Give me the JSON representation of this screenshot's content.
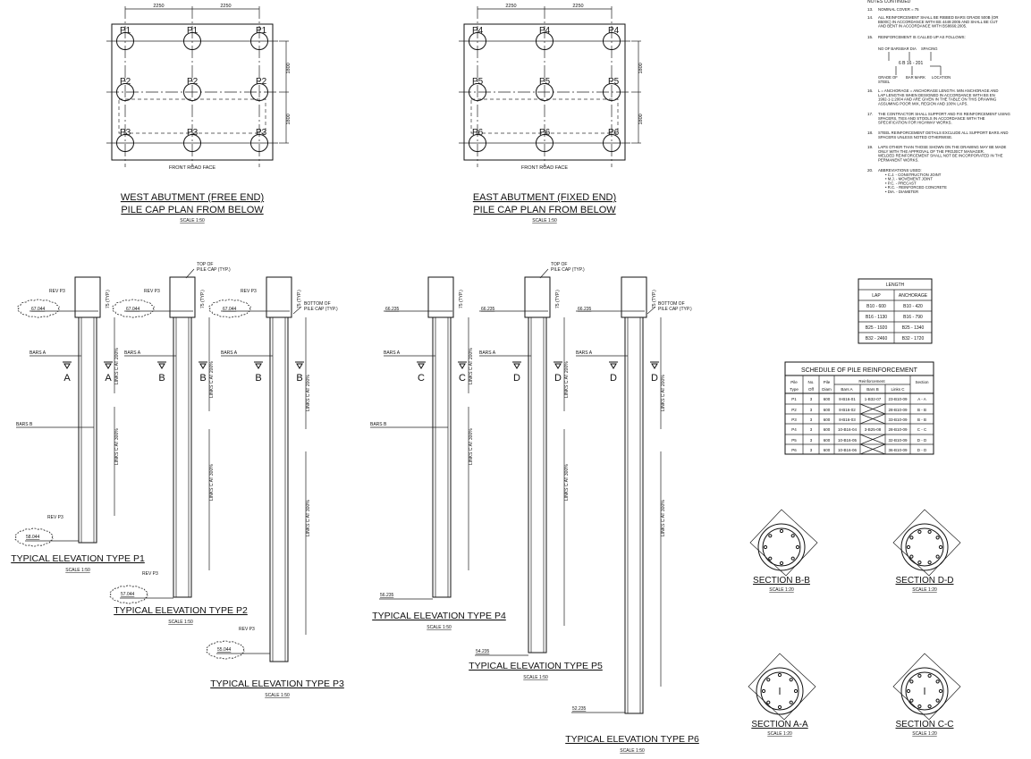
{
  "plans": [
    {
      "title1": "WEST ABUTMENT (FREE END)",
      "title2": "PILE CAP PLAN FROM BELOW",
      "scale": "SCALE 1:50",
      "front": "FRONT ROAD FACE",
      "dims_top": [
        "2250",
        "2250"
      ],
      "dims_side": [
        "1800",
        "1800"
      ],
      "rows": [
        [
          "P1",
          "P1",
          "P1"
        ],
        [
          "P2",
          "P2",
          "P2"
        ],
        [
          "P3",
          "P3",
          "P3"
        ]
      ]
    },
    {
      "title1": "EAST ABUTMENT (FIXED END)",
      "title2": "PILE CAP PLAN FROM BELOW",
      "scale": "SCALE 1:50",
      "front": "FRONT ROAD FACE",
      "dims_top": [
        "2250",
        "2250"
      ],
      "dims_side": [
        "1800",
        "1800"
      ],
      "rows": [
        [
          "P4",
          "P4",
          "P4"
        ],
        [
          "P5",
          "P5",
          "P5"
        ],
        [
          "P6",
          "P6",
          "P6"
        ]
      ]
    }
  ],
  "notes": {
    "heading": "NOTES CONTINUED",
    "items": [
      {
        "num": "13.",
        "lines": [
          "NOMINAL COVER = 75"
        ]
      },
      {
        "num": "14.",
        "lines": [
          "ALL REINFORCEMENT SHALL BE RIBBED BARS GRADE 500B (OR",
          "B500C) IN ACCORDANCE WITH BS 4449:2005 AND SHALL BE CUT",
          "AND BENT IN ACCORDANCE WITH BS8666:2005."
        ]
      },
      {
        "num": "15.",
        "lines": [
          "REINFORCEMENT IS CALLED UP AS FOLLOWS:"
        ]
      },
      {
        "num": "16.",
        "lines": [
          "L = ANCHORAGE = ANCHORAGE LENGTH. MIN ANCHORAGE AND",
          "LAP LENGTHS WHEN DESIGNED IN ACCORDANCE WITH BS EN",
          "1992-1-1:2004 AND ARE GIVEN IN THE TABLE ON THIS DRAWING",
          "ASSUMING POOR MIX, REGION AND 100% LAPS."
        ]
      },
      {
        "num": "17.",
        "lines": [
          "THE CONTRACTOR SHALL SUPPORT AND FIX REINFORCEMENT USING",
          "SPACERS, TIES AND STOOLS IN ACCORDANCE WITH THE",
          "SPECIFICATION FOR HIGHWAY WORKS."
        ]
      },
      {
        "num": "18.",
        "lines": [
          "STEEL REINFORCEMENT DETAILS EXCLUDE ALL SUPPORT BARS AND",
          "SPACERS UNLESS NOTED OTHERWISE."
        ]
      },
      {
        "num": "19.",
        "lines": [
          "LAPS OTHER THAN THOSE SHOWN ON THE DRAWING MAY BE MADE",
          "ONLY WITH THE APPROVAL OF THE PROJECT MANAGER.",
          "WELDED REINFORCEMENT SHALL NOT BE INCORPORATED IN THE",
          "PERMANENT WORKS."
        ]
      },
      {
        "num": "20.",
        "lines": [
          "ABBREVIATIONS USED:",
          "•  C.J. - CONSTRUCTION JOINT",
          "•  M.J. - MOVEMENT JOINT",
          "•  P.C. - PRECAST",
          "•  R.C. - REINFORCED CONCRETE",
          "•  DIA. - DIAMETER"
        ]
      }
    ],
    "callup": {
      "no_of_bars": "NO OF BARS",
      "bar_dia": "BAR DIA",
      "spacing": "SPACING",
      "example": "6 B 16 - 201",
      "grade": "GRADE OF",
      "grade2": "STEEL",
      "bar_mark": "BAR MARK",
      "location": "LOCATION"
    }
  },
  "length_table": {
    "title": "LENGTH",
    "headers": [
      "LAP",
      "ANCHORAGE"
    ],
    "rows": [
      [
        "B10 - 600",
        "B10 - 420"
      ],
      [
        "B16 - 1130",
        "B16 - 790"
      ],
      [
        "B25 - 1920",
        "B25 - 1340"
      ],
      [
        "B32 - 2460",
        "B32 - 1720"
      ]
    ]
  },
  "schedule": {
    "title": "SCHEDULE  OF  PILE  REINFORCEMENT",
    "headers": [
      "Pile Type",
      "No. Off",
      "Pile Diam",
      "Bars A",
      "Bars B",
      "Links C",
      "Section"
    ],
    "header_lines": [
      [
        "Pile",
        "Type"
      ],
      [
        "No.",
        "Off"
      ],
      [
        "Pile",
        "Diam"
      ]
    ],
    "reinforcement_label": "Reinforcement",
    "rows": [
      [
        "P1",
        "3",
        "600",
        "8-B16-01",
        "1-B32-07",
        "23-B10-09",
        "A - A"
      ],
      [
        "P2",
        "3",
        "600",
        "8-B16-02",
        "",
        "28-B10-09",
        "B - B"
      ],
      [
        "P3",
        "3",
        "600",
        "8-B16-03",
        "",
        "33-B10-09",
        "B - B"
      ],
      [
        "P4",
        "3",
        "600",
        "10-B16-04",
        "3-B25-08",
        "28-B10-09",
        "C - C"
      ],
      [
        "P5",
        "3",
        "600",
        "10-B16-05",
        "",
        "32-B10-09",
        "D - D"
      ],
      [
        "P6",
        "3",
        "600",
        "10-B16-06",
        "",
        "36-B10-09",
        "D - D"
      ]
    ]
  },
  "elevations": [
    {
      "title": "TYPICAL ELEVATION TYPE P1",
      "scale": "SCALE 1:50",
      "rev_top": "REV P3",
      "lvl_top": "67.044",
      "rev_bot": "REV P3",
      "lvl_bot": "58.044",
      "sec": "A",
      "links1": "LINKS C AT 200%",
      "links2": "LINKS C AT 300%"
    },
    {
      "title": "TYPICAL ELEVATION TYPE P2",
      "scale": "SCALE 1:50",
      "rev_top": "REV P3",
      "lvl_top": "67.044",
      "rev_bot": "REV P3",
      "lvl_bot": "57.044",
      "sec": "B",
      "links1": "LINKS C AT 200%",
      "links2": "LINKS C AT 300%"
    },
    {
      "title": "TYPICAL ELEVATION TYPE P3",
      "scale": "SCALE 1:50",
      "rev_top": "REV P3",
      "lvl_top": "67.044",
      "rev_bot": "REV P3",
      "lvl_bot": "55.044",
      "sec": "B",
      "links1": "LINKS C AT 200%",
      "links2": "LINKS C AT 300%"
    },
    {
      "title": "TYPICAL ELEVATION TYPE P4",
      "scale": "SCALE 1:50",
      "lvl_top": "66.235",
      "lvl_bot": "56.235",
      "sec": "C",
      "links1": "LINKS C AT 200%",
      "links2": "LINKS C AT 300%"
    },
    {
      "title": "TYPICAL ELEVATION TYPE P5",
      "scale": "SCALE 1:50",
      "lvl_top": "66.235",
      "lvl_bot": "54.235",
      "sec": "D",
      "links1": "LINKS C AT 200%",
      "links2": "LINKS C AT 300%"
    },
    {
      "title": "TYPICAL ELEVATION TYPE P6",
      "scale": "SCALE 1:50",
      "lvl_top": "66.235",
      "lvl_bot": "52.235",
      "sec": "D",
      "links1": "LINKS C AT 200%",
      "links2": "LINKS C AT 300%"
    }
  ],
  "elev_labels": {
    "top_of_cap": [
      "TOP OF",
      "PILE CAP (TYP.)"
    ],
    "bottom_of_cap": [
      "BOTTOM OF",
      "PILE CAP (TYP.)"
    ],
    "bars_a": "BARS A",
    "bars_b": "BARS B",
    "dim_75": "75 (TYP.)"
  },
  "sections": [
    {
      "title": "SECTION B-B",
      "scale": "SCALE 1:20"
    },
    {
      "title": "SECTION D-D",
      "scale": "SCALE 1:20"
    },
    {
      "title": "SECTION A-A",
      "scale": "SCALE 1:20"
    },
    {
      "title": "SECTION C-C",
      "scale": "SCALE 1:20"
    }
  ]
}
